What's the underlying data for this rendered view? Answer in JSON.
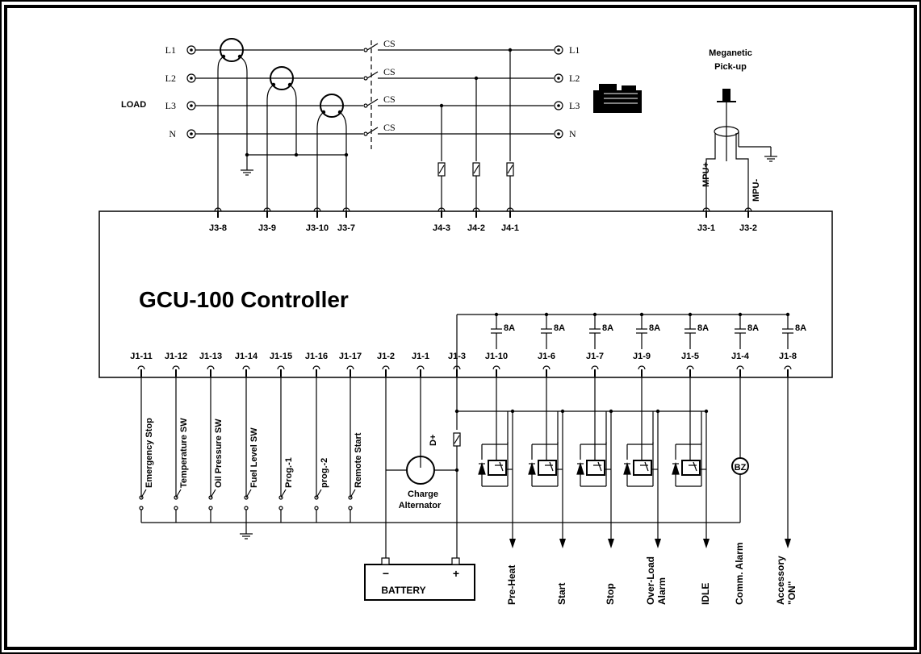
{
  "title": "GCU-100 Controller",
  "load_label": "LOAD",
  "phases_left": [
    "L1",
    "L2",
    "L3",
    "N"
  ],
  "phases_right": [
    "L1",
    "L2",
    "L3",
    "N"
  ],
  "cs_label": "CS",
  "pickup_label": [
    "Meganetic",
    "Pick-up"
  ],
  "mpu": [
    "MPU+",
    "MPU-"
  ],
  "top_terminals": [
    "J3-8",
    "J3-9",
    "J3-10",
    "J3-7",
    "J4-3",
    "J4-2",
    "J4-1",
    "J3-1",
    "J3-2"
  ],
  "bottom_terminals": [
    "J1-11",
    "J1-12",
    "J1-13",
    "J1-14",
    "J1-15",
    "J1-16",
    "J1-17",
    "J1-2",
    "J1-1",
    "J1-3",
    "J1-10",
    "J1-6",
    "J1-7",
    "J1-9",
    "J1-5",
    "J1-4",
    "J1-8"
  ],
  "fuse_rating": "8A",
  "inputs": [
    "Emergency Stop",
    "Temperature SW",
    "Oil Pressure SW",
    "Fuel Level SW",
    "Prog.-1",
    "prog.-2",
    "Remote Start"
  ],
  "alternator": {
    "terminal": "D+",
    "label": [
      "Charge",
      "Alternator"
    ]
  },
  "battery": {
    "label": "BATTERY",
    "minus": "−",
    "plus": "+"
  },
  "buzzer": "BZ",
  "outputs": [
    [
      "Pre-Heat"
    ],
    [
      "Start"
    ],
    [
      "Stop"
    ],
    [
      "Over-Load",
      "Alarm"
    ],
    [
      "IDLE"
    ],
    [
      "Comm. Alarm"
    ],
    [
      "Accessory",
      "\"ON\""
    ]
  ]
}
